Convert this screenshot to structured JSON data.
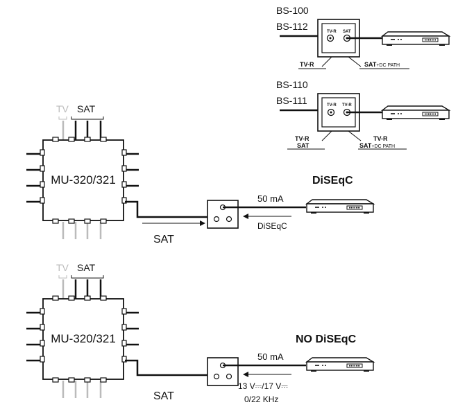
{
  "top_outlet_a": {
    "models": [
      "BS-100",
      "BS-112"
    ],
    "port_left": "TV-R",
    "port_right": "SAT",
    "label_left": "TV-R",
    "label_right_main": "SAT",
    "label_right_suffix": "+DC PATH"
  },
  "top_outlet_b": {
    "models": [
      "BS-110",
      "BS-111"
    ],
    "port_left": "TV-R",
    "port_right": "TV-R",
    "label_left_line1": "TV-R",
    "label_left_line2": "SAT",
    "label_right_line1": "TV-R",
    "label_right_main": "SAT",
    "label_right_suffix": "+DC PATH"
  },
  "diseqc_section": {
    "tv_label": "TV",
    "sat_label": "SAT",
    "switch_name": "MU-320/321",
    "title": "DiSEqC",
    "current": "50 mA",
    "signal": "DiSEqC",
    "output_label": "SAT"
  },
  "no_diseqc_section": {
    "tv_label": "TV",
    "sat_label": "SAT",
    "switch_name": "MU-320/321",
    "title": "NO DiSEqC",
    "current": "50 mA",
    "voltage": "13 V⎓/17 V⎓",
    "tone": "0/22 KHz",
    "output_label": "SAT"
  },
  "colors": {
    "line": "#111111",
    "muted": "#bbbbbb",
    "background": "#ffffff"
  }
}
